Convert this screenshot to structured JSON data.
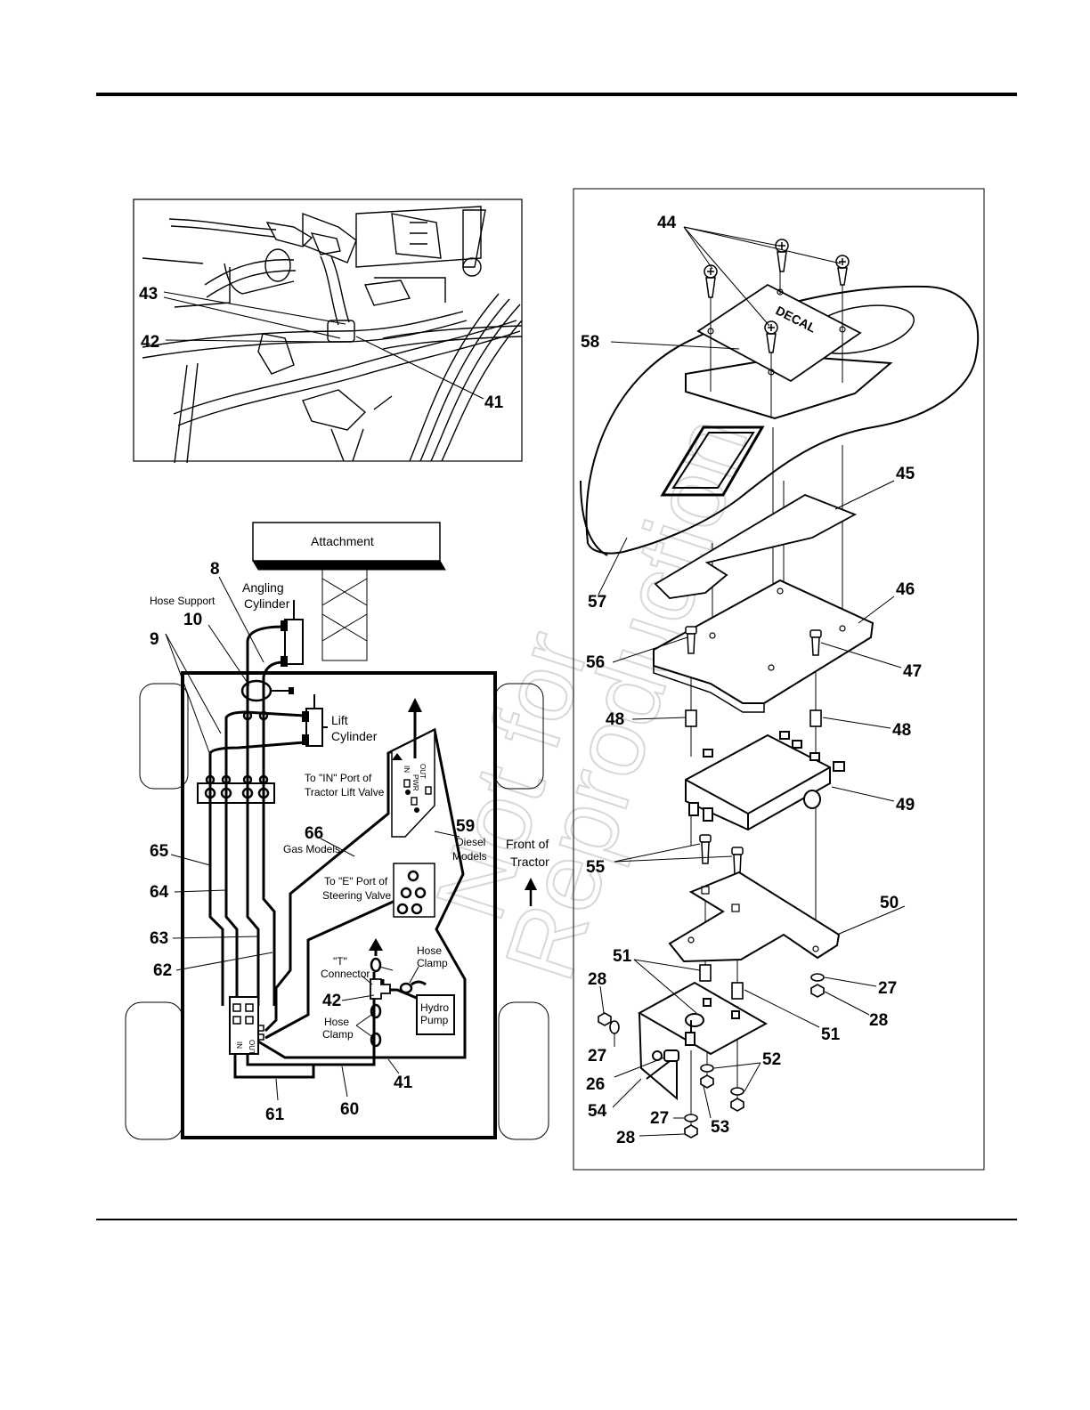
{
  "watermark": {
    "line1": "Not for",
    "line2": "Reproduction"
  },
  "photo_inset": {
    "callouts": {
      "c43": "43",
      "c42": "42",
      "c41": "41"
    }
  },
  "schematic": {
    "labels": {
      "attachment": "Attachment",
      "hose_support": "Hose Support",
      "angling": "Angling",
      "cylinder": "Cylinder",
      "lift": "Lift",
      "lift_cylinder": "Cylinder",
      "to_in_port_1": "To \"IN\" Port of",
      "to_in_port_2": "Tractor Lift Valve",
      "gas_models": "Gas Models",
      "diesel": "Diesel",
      "models": "Models",
      "to_e_port_1": "To \"E\" Port of",
      "to_e_port_2": "Steering Valve",
      "front_of": "Front of",
      "tractor": "Tractor",
      "t_quote": "\"T\"",
      "connector": "Connector",
      "hose_clamp_a1": "Hose",
      "hose_clamp_a2": "Clamp",
      "hose_clamp_b1": "Hose",
      "hose_clamp_b2": "Clamp",
      "hydro": "Hydro",
      "pump": "Pump",
      "valve_in": "IN",
      "valve_out": "OUT",
      "lift_valve_out": "OUT",
      "lift_valve_in": "IN",
      "lift_valve_pwr": "PWR"
    },
    "callouts": {
      "c8": "8",
      "c10": "10",
      "c9": "9",
      "c66": "66",
      "c59": "59",
      "c65": "65",
      "c64": "64",
      "c63": "63",
      "c62": "62",
      "c42": "42",
      "c61": "61",
      "c60": "60",
      "c41": "41"
    }
  },
  "exploded": {
    "decal": "DECAL",
    "callouts": {
      "c44": "44",
      "c58": "58",
      "c45": "45",
      "c57": "57",
      "c46": "46",
      "c56": "56",
      "c47": "47",
      "c48a": "48",
      "c48b": "48",
      "c49": "49",
      "c55": "55",
      "c50": "50",
      "c51a": "51",
      "c51b": "51",
      "c28a": "28",
      "c27a": "27",
      "c28b": "28",
      "c27b": "27",
      "c26": "26",
      "c52": "52",
      "c54": "54",
      "c27c": "27",
      "c53": "53",
      "c28c": "28"
    }
  }
}
